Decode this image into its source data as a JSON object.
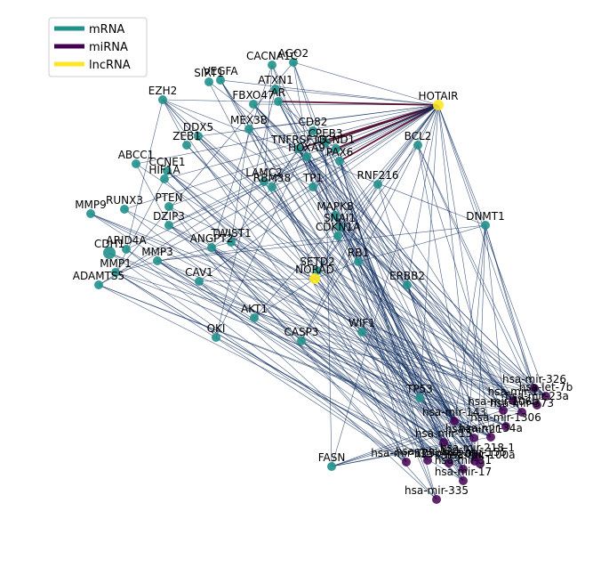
{
  "legend": {
    "items": [
      {
        "label": "mRNA",
        "color": "#21918c"
      },
      {
        "label": "miRNA",
        "color": "#440154"
      },
      {
        "label": "lncRNA",
        "color": "#fde725"
      }
    ]
  },
  "colors": {
    "edge": "#0b2a5c",
    "lnc_edge": "#5c0a2a",
    "mrna": "#21918c",
    "mirna": "#440154",
    "lncrna": "#fde725"
  },
  "nodes": [
    {
      "label": "AGO2",
      "type": "mRNA"
    },
    {
      "label": "CACNA1C",
      "type": "mRNA"
    },
    {
      "label": "VEGFA",
      "type": "mRNA"
    },
    {
      "label": "SIRT1",
      "type": "mRNA"
    },
    {
      "label": "ATXN1",
      "type": "mRNA"
    },
    {
      "label": "EZH2",
      "type": "mRNA"
    },
    {
      "label": "FBXO47",
      "type": "mRNA"
    },
    {
      "label": "AR",
      "type": "mRNA"
    },
    {
      "label": "HOTAIR",
      "type": "lncRNA"
    },
    {
      "label": "MEX3B",
      "type": "mRNA"
    },
    {
      "label": "CD82",
      "type": "mRNA"
    },
    {
      "label": "DDX5",
      "type": "mRNA"
    },
    {
      "label": "ZEB1",
      "type": "mRNA"
    },
    {
      "label": "TNFRSF1B",
      "type": "mRNA"
    },
    {
      "label": "CPEB3",
      "type": "mRNA"
    },
    {
      "label": "CCND1",
      "type": "mRNA"
    },
    {
      "label": "HOXA9",
      "type": "mRNA"
    },
    {
      "label": "PAX6",
      "type": "mRNA"
    },
    {
      "label": "BCL2",
      "type": "mRNA"
    },
    {
      "label": "ABCC1",
      "type": "mRNA"
    },
    {
      "label": "CCNE1",
      "type": "mRNA"
    },
    {
      "label": "HIF1A",
      "type": "mRNA"
    },
    {
      "label": "LAMC2",
      "type": "mRNA"
    },
    {
      "label": "RBM38",
      "type": "mRNA"
    },
    {
      "label": "TP1",
      "type": "mRNA"
    },
    {
      "label": "RNF216",
      "type": "mRNA"
    },
    {
      "label": "MMP9",
      "type": "mRNA"
    },
    {
      "label": "RUNX3",
      "type": "mRNA"
    },
    {
      "label": "PTEN",
      "type": "mRNA"
    },
    {
      "label": "DZIP3",
      "type": "mRNA"
    },
    {
      "label": "MAPK8",
      "type": "mRNA"
    },
    {
      "label": "SNAI1",
      "type": "mRNA"
    },
    {
      "label": "DNMT1",
      "type": "mRNA"
    },
    {
      "label": "CDKN1A",
      "type": "mRNA"
    },
    {
      "label": "CDH1",
      "type": "mRNA"
    },
    {
      "label": "ARID4A",
      "type": "mRNA"
    },
    {
      "label": "TWIST1",
      "type": "mRNA"
    },
    {
      "label": "ANGPT2",
      "type": "mRNA"
    },
    {
      "label": "MMP3",
      "type": "mRNA"
    },
    {
      "label": "RB1",
      "type": "mRNA"
    },
    {
      "label": "MMP1",
      "type": "mRNA"
    },
    {
      "label": "SETD2",
      "type": "mRNA"
    },
    {
      "label": "NORAD",
      "type": "lncRNA"
    },
    {
      "label": "ADAMTS5",
      "type": "mRNA"
    },
    {
      "label": "CAV1",
      "type": "mRNA"
    },
    {
      "label": "ERBB2",
      "type": "mRNA"
    },
    {
      "label": "AKT1",
      "type": "mRNA"
    },
    {
      "label": "QKI",
      "type": "mRNA"
    },
    {
      "label": "CASP3",
      "type": "mRNA"
    },
    {
      "label": "WIF1",
      "type": "mRNA"
    },
    {
      "label": "TP53",
      "type": "mRNA"
    },
    {
      "label": "FASN",
      "type": "mRNA"
    },
    {
      "label": "hsa-mir-326",
      "type": "miRNA"
    },
    {
      "label": "hsa-let-7b",
      "type": "miRNA"
    },
    {
      "label": "hsa-mir-1",
      "type": "miRNA"
    },
    {
      "label": "hsa-mir-23a",
      "type": "miRNA"
    },
    {
      "label": "hsa-mir-106b",
      "type": "miRNA"
    },
    {
      "label": "hsa-mir-373",
      "type": "miRNA"
    },
    {
      "label": "hsa-mir-143",
      "type": "miRNA"
    },
    {
      "label": "hsa-mir-1306",
      "type": "miRNA"
    },
    {
      "label": "hsa-mir-34a",
      "type": "miRNA"
    },
    {
      "label": "hsa-mir-21",
      "type": "miRNA"
    },
    {
      "label": "hsa-mir-15",
      "type": "miRNA"
    },
    {
      "label": "hsa-mir-155",
      "type": "miRNA"
    },
    {
      "label": "hsa-mir-124",
      "type": "miRNA"
    },
    {
      "label": "hsa-mir-218-1",
      "type": "miRNA"
    },
    {
      "label": "hsa-mir-200c",
      "type": "miRNA"
    },
    {
      "label": "hsa-mir-100a",
      "type": "miRNA"
    },
    {
      "label": "hsa-mir-31",
      "type": "miRNA"
    },
    {
      "label": "hsa-mir-17",
      "type": "miRNA"
    },
    {
      "label": "hsa-mir-335",
      "type": "miRNA"
    },
    {
      "label": "hsa-mir-125b",
      "type": "miRNA"
    }
  ]
}
